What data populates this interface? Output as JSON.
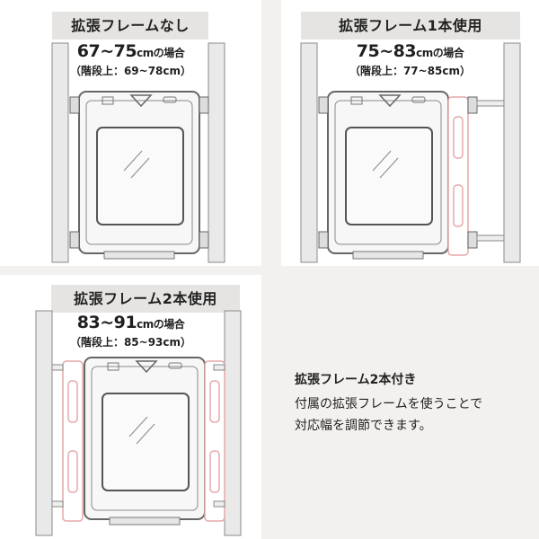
{
  "panels": [
    {
      "title": "拡張フレームなし",
      "range_main": "67~75",
      "range_unit": "cmの場合",
      "stair": "（階段上：69~78cm）",
      "extension_frames": 0
    },
    {
      "title": "拡張フレーム1本使用",
      "range_main": "75~83",
      "range_unit": "cmの場合",
      "stair": "（階段上：77~85cm）",
      "extension_frames": 1
    },
    {
      "title": "拡張フレーム2本使用",
      "range_main": "83~91",
      "range_unit": "cmの場合",
      "stair": "（階段上：85~93cm）",
      "extension_frames": 2
    }
  ],
  "note": {
    "heading": "拡張フレーム2本付き",
    "line1": "付属の拡張フレームを使うことで",
    "line2": "対応幅を調節できます。"
  },
  "colors": {
    "background": "#f3f1ef",
    "title_bg": "#e6e4e2",
    "frame_outline": "#e7a9a9",
    "wall": "#e9e9e9"
  }
}
